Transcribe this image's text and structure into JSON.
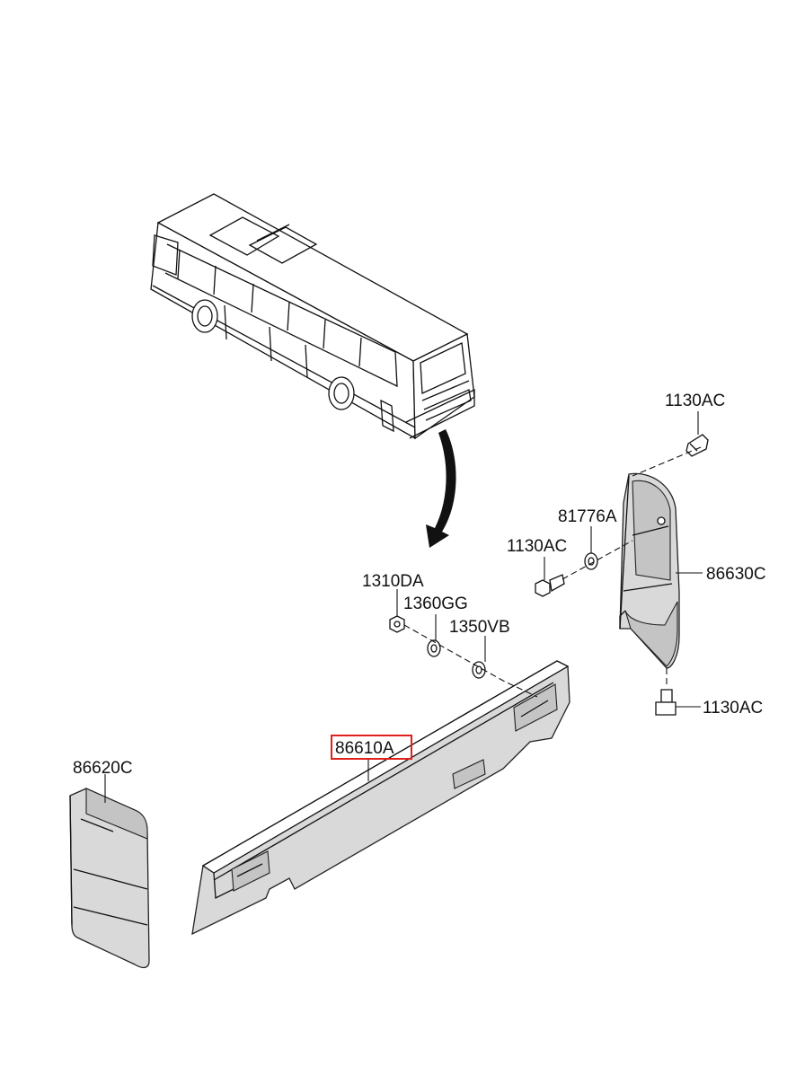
{
  "parts": {
    "bolt_top": "1130AC",
    "washer_81776a": "81776A",
    "bolt_mid": "1130AC",
    "corner_right": "86630C",
    "nut": "1310DA",
    "washer_1360gg": "1360GG",
    "washer_1350vb": "1350VB",
    "bolt_bottom": "1130AC",
    "bumper_center": "86610A",
    "corner_left": "86620C"
  },
  "highlight": {
    "part": "86610A",
    "color": "#e0201c"
  },
  "colors": {
    "line": "#111111",
    "part_fill": "#d9d9d9",
    "background": "#ffffff"
  }
}
